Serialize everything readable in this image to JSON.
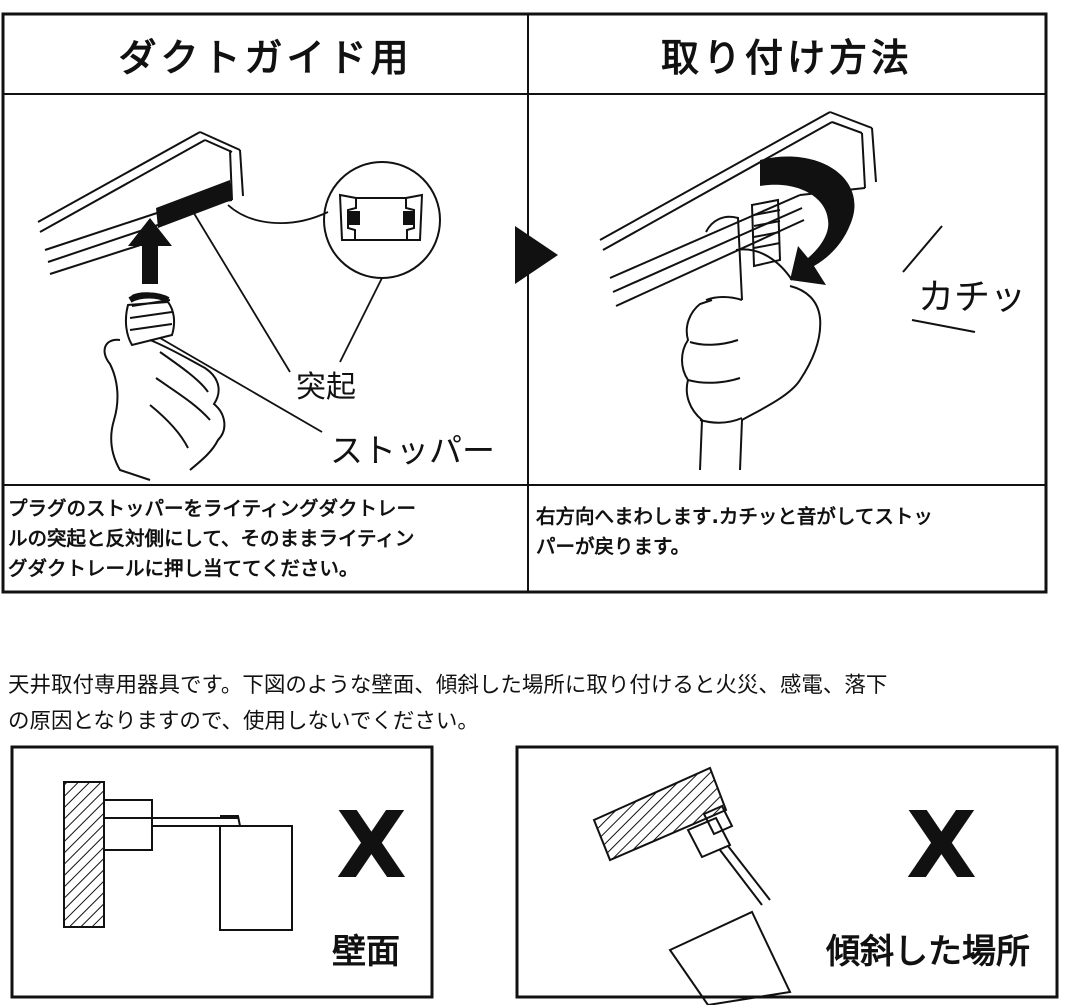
{
  "instructions": {
    "left_header": "ダクトガイド用",
    "right_header": "取り付け方法",
    "label_protrusion": "突起",
    "label_stopper": "ストッパー",
    "sound_label": "カチッ",
    "left_description_lines": [
      "プラグのストッパーをライティングダクトレー",
      "ルの突起と反対側にして、そのままライティン",
      "グダクトレールに押し当ててください。"
    ],
    "right_description_lines": [
      "右方向へまわします.カチッと音がしてストッ",
      "パーが戻ります。"
    ]
  },
  "warning": {
    "lines": [
      "天井取付専用器具です。下図のような壁面、傾斜した場所に取り付けると火災、感電、落下",
      "の原因となりますので、使用しないでください。"
    ],
    "examples": [
      {
        "mark": "X",
        "caption": "壁面"
      },
      {
        "mark": "X",
        "caption": "傾斜した場所"
      }
    ]
  }
}
